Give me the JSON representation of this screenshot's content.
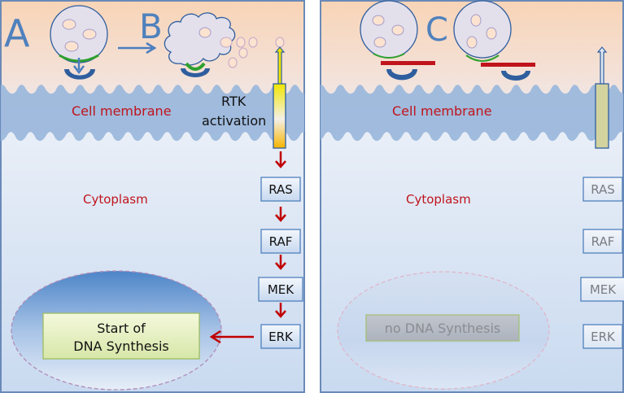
{
  "panels": [
    {
      "id": "left",
      "step_labels": [
        "A",
        "B"
      ],
      "membrane_label": "Cell membrane",
      "receptor_label_line1": "RTK",
      "receptor_label_line2": "activation",
      "cytoplasm_label": "Cytoplasm",
      "cascade": [
        "RAS",
        "RAF",
        "MEK",
        "ERK"
      ],
      "cascade_active": true,
      "nucleus_text_line1": "Start of",
      "nucleus_text_line2": "DNA Synthesis"
    },
    {
      "id": "right",
      "step_labels": [
        "C"
      ],
      "membrane_label": "Cell membrane",
      "cytoplasm_label": "Cytoplasm",
      "cascade": [
        "RAS",
        "RAF",
        "MEK",
        "ERK"
      ],
      "cascade_active": false,
      "nucleus_text": "no DNA Synthesis"
    }
  ],
  "colors": {
    "label_red": "#c0141c",
    "step_blue": "#4f81bd",
    "membrane": "#9cb8dc",
    "arrow_red": "#c00000",
    "blocker_red": "#c0141c",
    "binding_green": "#2ca02c",
    "receptor_blue": "#2f5e9e"
  }
}
